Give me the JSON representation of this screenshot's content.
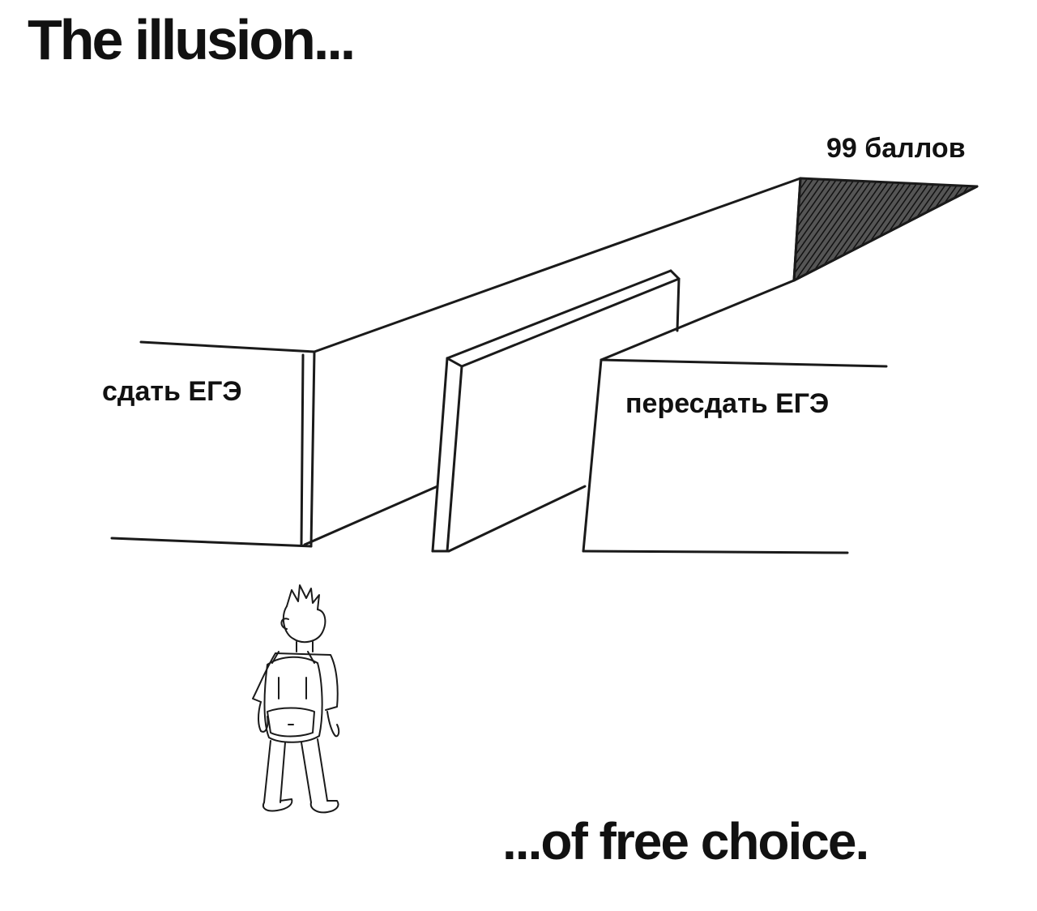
{
  "caption": {
    "top": "The illusion...",
    "bottom": "...of free choice."
  },
  "labels": {
    "left_path": "сдать ЕГЭ",
    "right_path": "пересдать ЕГЭ",
    "far_end": "99 баллов"
  },
  "colors": {
    "ink": "#1a1a1a",
    "background": "#ffffff",
    "shading": "#2a2a2a"
  }
}
